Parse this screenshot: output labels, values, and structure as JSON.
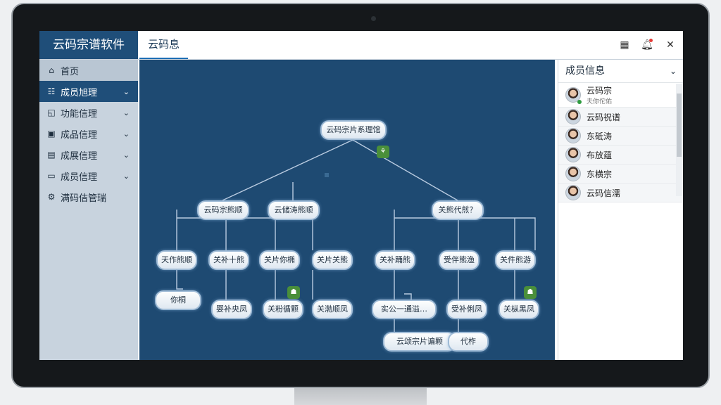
{
  "app": {
    "brand": "云码宗谱软件",
    "tab": "云码息"
  },
  "sidebar": {
    "items": [
      {
        "label": "首页",
        "icon": "home-icon"
      },
      {
        "label": "成员旭理",
        "icon": "grid-icon"
      },
      {
        "label": "功能信理",
        "icon": "chart-icon"
      },
      {
        "label": "成品信理",
        "icon": "box-icon"
      },
      {
        "label": "成展信理",
        "icon": "card-icon"
      },
      {
        "label": "成员信理",
        "icon": "calendar-icon"
      },
      {
        "label": "满码佶管瑞",
        "icon": "gear-icon"
      }
    ]
  },
  "tree": {
    "root": "云码宗片系理馆",
    "level1": [
      "云码宗熊顺",
      "云储涛熊顺",
      "关熊代煎？"
    ],
    "level2": [
      "天作熊顺",
      "关补十熊",
      "关片你椭",
      "关片关熊",
      "关补踊熊",
      "受伴熊渔",
      "关件熊游"
    ],
    "level3": [
      "你桐",
      "婴补央凤",
      "关粉循颗",
      "关渤顺凤",
      "实公一通溢…",
      "受补俐凤",
      "关枞黑凤"
    ],
    "level4": [
      "云颂宗片谝颗",
      "代柞"
    ]
  },
  "panel": {
    "title": "成员信息",
    "members": [
      {
        "name": "云码宗",
        "sub": "夫你佗佑"
      },
      {
        "name": "云码祝谱"
      },
      {
        "name": "东砥涛"
      },
      {
        "name": "布放蕴"
      },
      {
        "name": "东横宗"
      },
      {
        "name": "云码信濡"
      }
    ]
  },
  "colors": {
    "brand": "#1f4e79",
    "canvas": "#1e4a72",
    "sidebar": "#c8d3de",
    "badge": "#4a8f3a"
  }
}
